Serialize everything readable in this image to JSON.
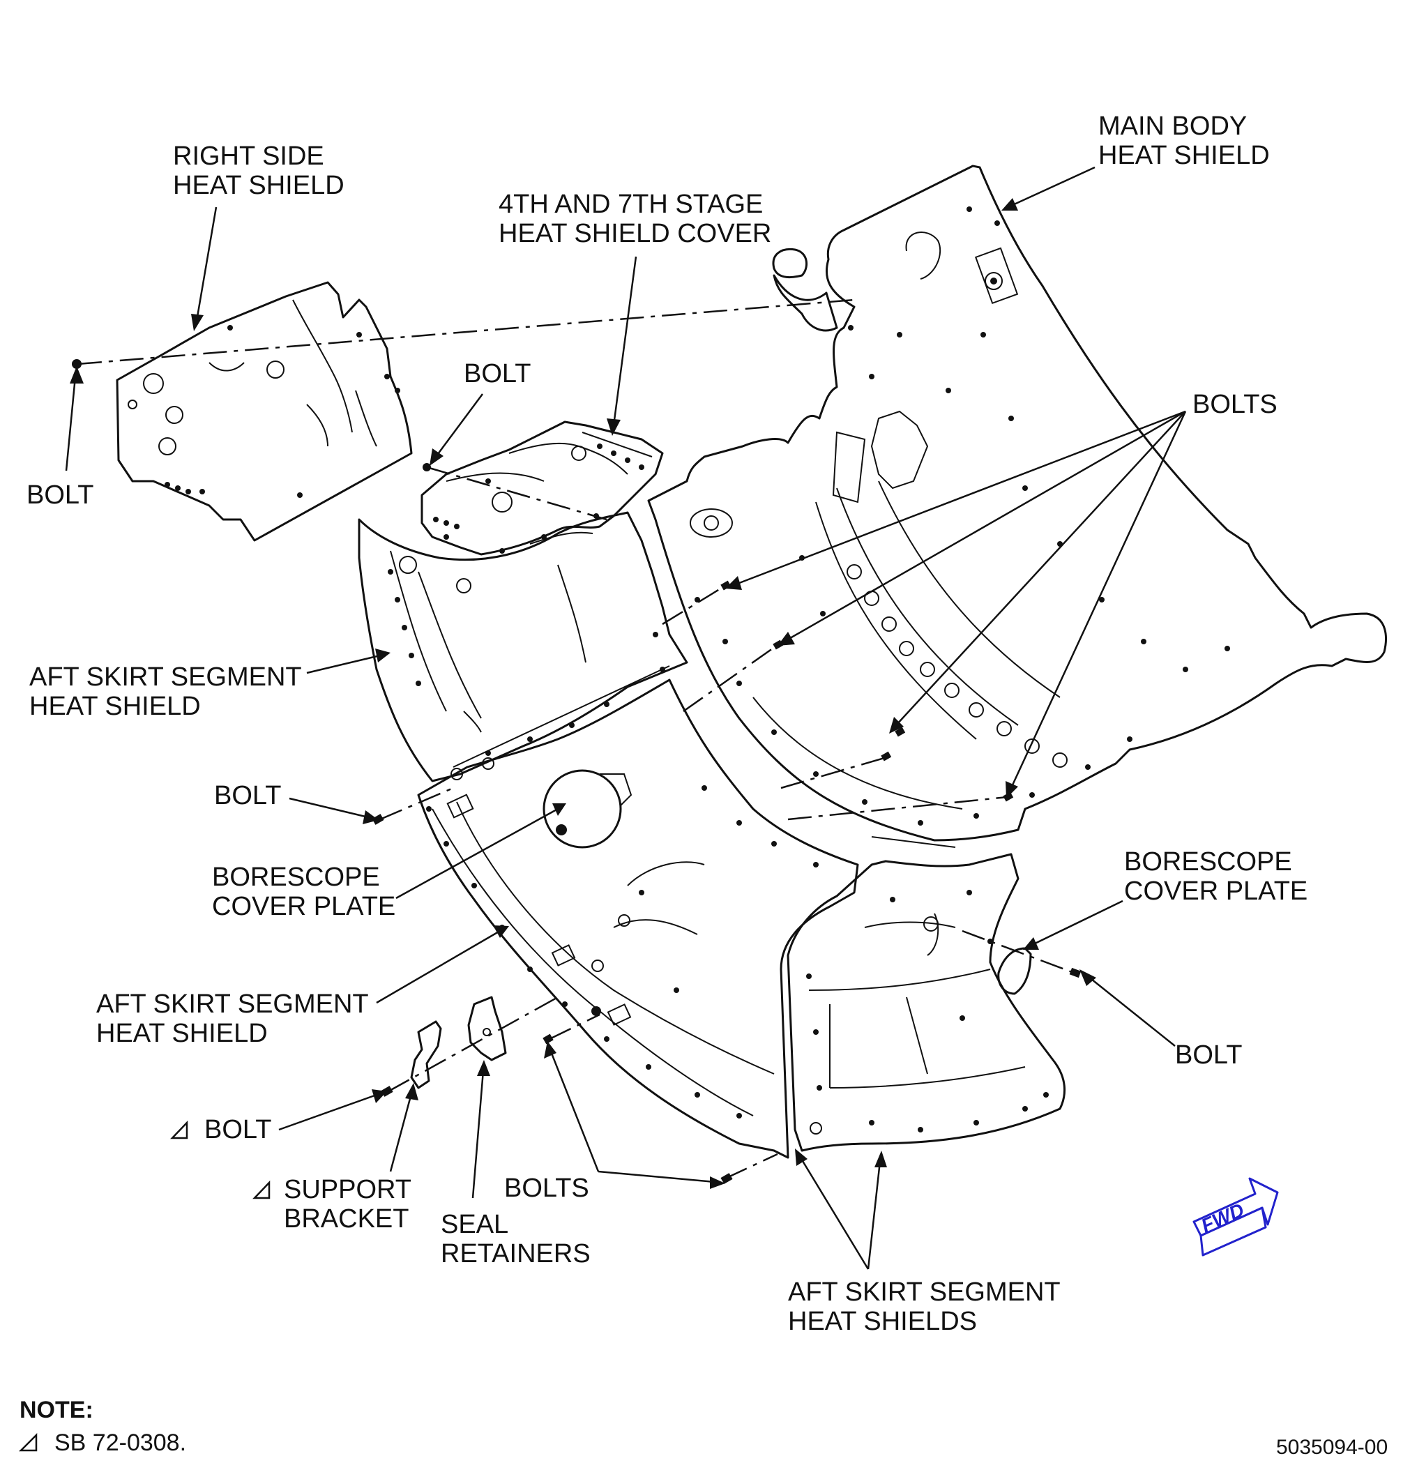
{
  "colors": {
    "blue_shield_fill": "#c9f1f2",
    "main_body_fill": "#fbf1c8",
    "outline": "#111111",
    "fwd_arrow": "#2222cc"
  },
  "labels": {
    "right_side_heat_shield": [
      "RIGHT SIDE",
      "HEAT SHIELD"
    ],
    "main_body_heat_shield": [
      "MAIN BODY",
      "HEAT SHIELD"
    ],
    "stage_cover": [
      "4TH AND 7TH STAGE",
      "HEAT SHIELD COVER"
    ],
    "bolt_top_left": "BOLT",
    "bolt_top_center": "BOLT",
    "bolts_right": "BOLTS",
    "aft_skirt_upper": [
      "AFT SKIRT SEGMENT",
      "HEAT SHIELD"
    ],
    "bolt_mid_left": "BOLT",
    "borescope_left": [
      "BORESCOPE",
      "COVER PLATE"
    ],
    "aft_skirt_lower": [
      "AFT SKIRT SEGMENT",
      "HEAT SHIELD"
    ],
    "bolt_lower_left": "BOLT",
    "support_bracket": [
      "SUPPORT",
      "BRACKET"
    ],
    "seal_retainers": [
      "SEAL",
      "RETAINERS"
    ],
    "bolts_bottom": "BOLTS",
    "aft_skirt_shields": [
      "AFT SKIRT SEGMENT",
      "HEAT SHIELDS"
    ],
    "borescope_right": [
      "BORESCOPE",
      "COVER PLATE"
    ],
    "bolt_right": "BOLT"
  },
  "fwd_label": "FWD",
  "note": {
    "title": "NOTE:",
    "text": "SB 72-0308."
  },
  "document_number": "5035094-00"
}
